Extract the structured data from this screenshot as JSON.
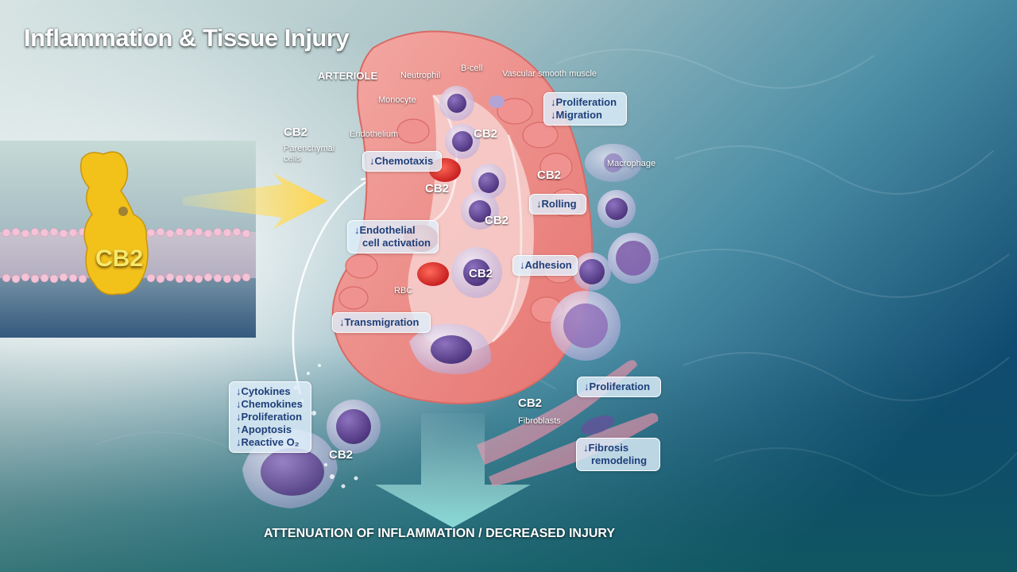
{
  "title": "Inflammation & Tissue Injury",
  "labels": {
    "arteriole": "ARTERIOLE",
    "neutrophil": "Neutrophil",
    "bcell": "B-cell",
    "vsm": "Vascular smooth muscle",
    "monocyte": "Monocyte",
    "endothelium": "Endothelium",
    "parenchymal": "Parenchymal",
    "parenchymal_cells": "cells",
    "macrophage": "Macrophage",
    "rbc": "RBC",
    "fibroblasts": "Fibroblasts",
    "cb2": "CB2"
  },
  "callouts": {
    "vsm": [
      "↓Proliferation",
      "↓Migration"
    ],
    "chemotaxis": "↓Chemotaxis",
    "endothelial": [
      "↓Endothelial",
      "cell activation"
    ],
    "rolling": "↓Rolling",
    "adhesion": "↓Adhesion",
    "transmigration": "↓Transmigration",
    "parenchymal": [
      "↓Cytokines",
      "↓Chemokines",
      "↓Proliferation",
      "↑Apoptosis",
      "↓Reactive O₂"
    ],
    "fibroblast_prolif": "↓Proliferation",
    "fibrosis": [
      "↓Fibrosis",
      "remodeling"
    ]
  },
  "bottom": "ATTENUATION OF INFLAMMATION / DECREASED INJURY",
  "colors": {
    "callout_text": "#1f3f7a",
    "receptor": "#f2c21b",
    "vessel": "#e98b87",
    "cell_nucleus": "#6b4d9c",
    "background": "#2b6f87"
  }
}
